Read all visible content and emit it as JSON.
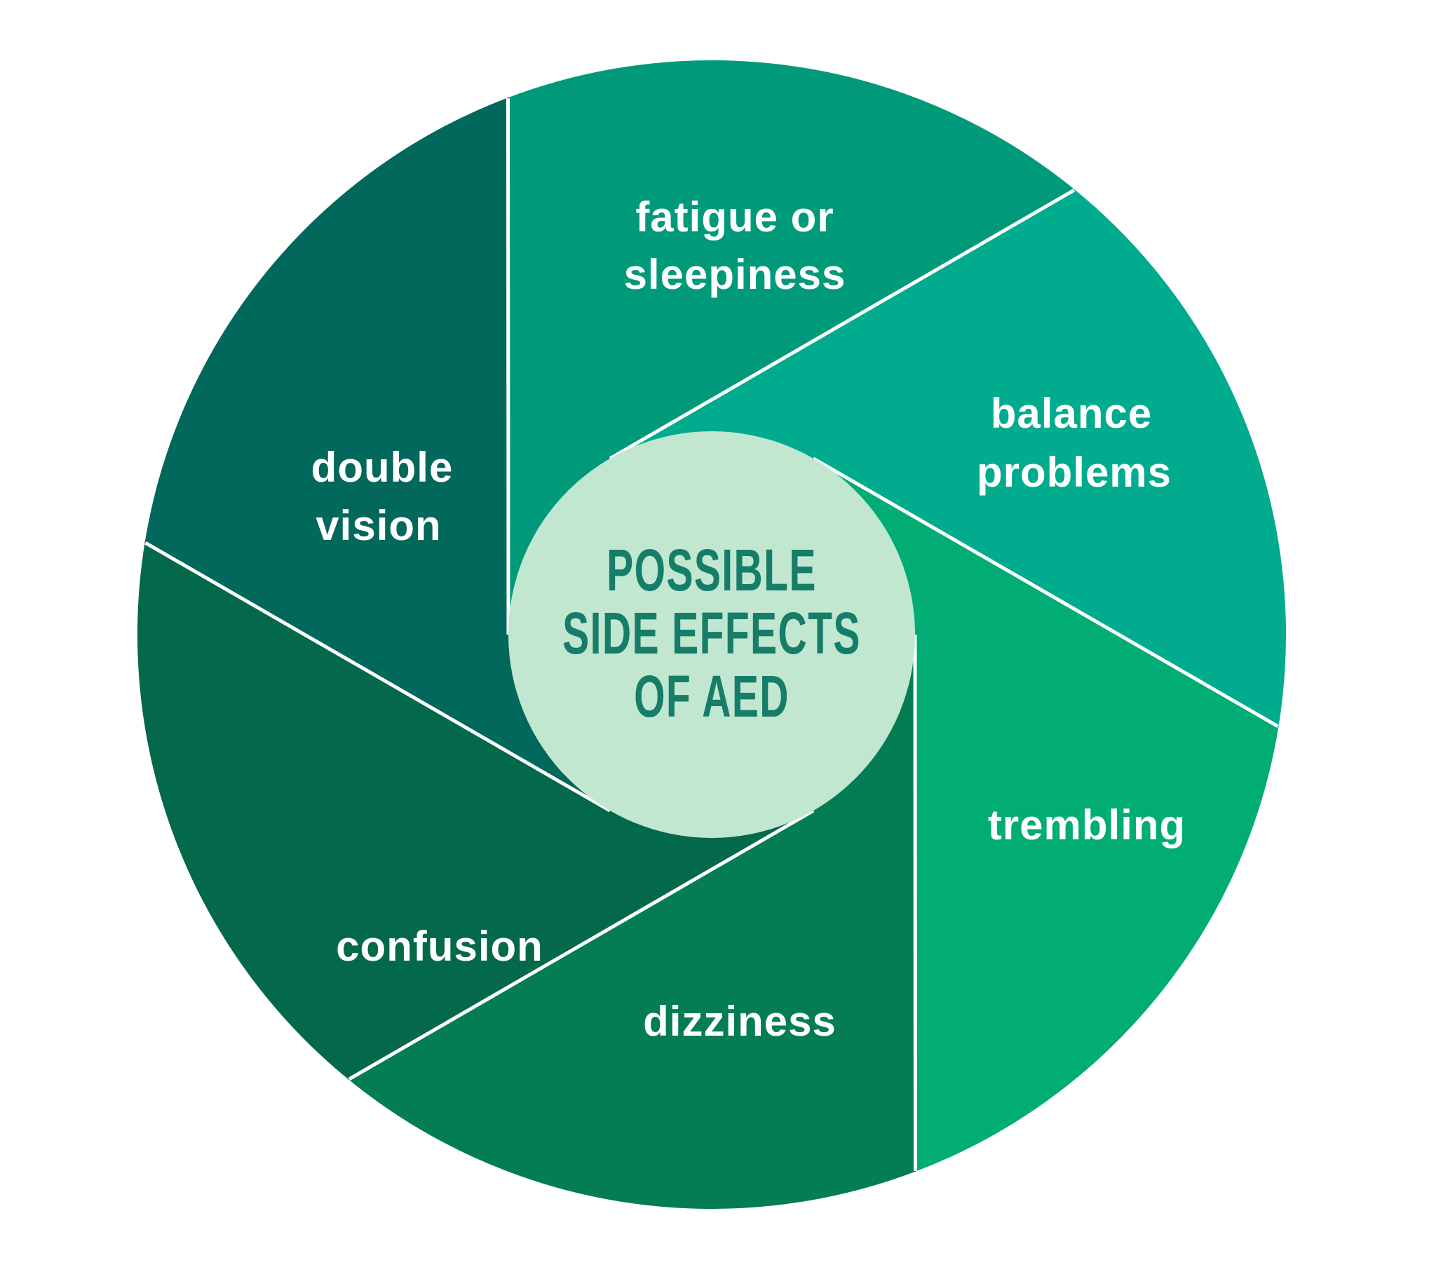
{
  "center": {
    "line1": "POSSIBLE",
    "line2": "SIDE EFFECTS",
    "line3": "OF AED",
    "bg_color": "#c1e7d0",
    "text_color": "#167d68"
  },
  "segments": [
    {
      "id": "fatigue-or-sleepiness",
      "label_line1": "fatigue or",
      "label_line2": "sleepiness",
      "color": "#009a7b"
    },
    {
      "id": "balance-problems",
      "label_line1": "balance",
      "label_line2": "problems",
      "color": "#01ab8e"
    },
    {
      "id": "trembling",
      "label_line1": "trembling",
      "label_line2": "",
      "color": "#02ad75"
    },
    {
      "id": "dizziness",
      "label_line1": "dizziness",
      "label_line2": "",
      "color": "#047d55"
    },
    {
      "id": "confusion",
      "label_line1": "confusion",
      "label_line2": "",
      "color": "#04694a"
    },
    {
      "id": "double-vision",
      "label_line1": "double",
      "label_line2": "vision",
      "color": "#03685c"
    }
  ],
  "divider_color": "#ffffff",
  "background_color": "#ffffff"
}
